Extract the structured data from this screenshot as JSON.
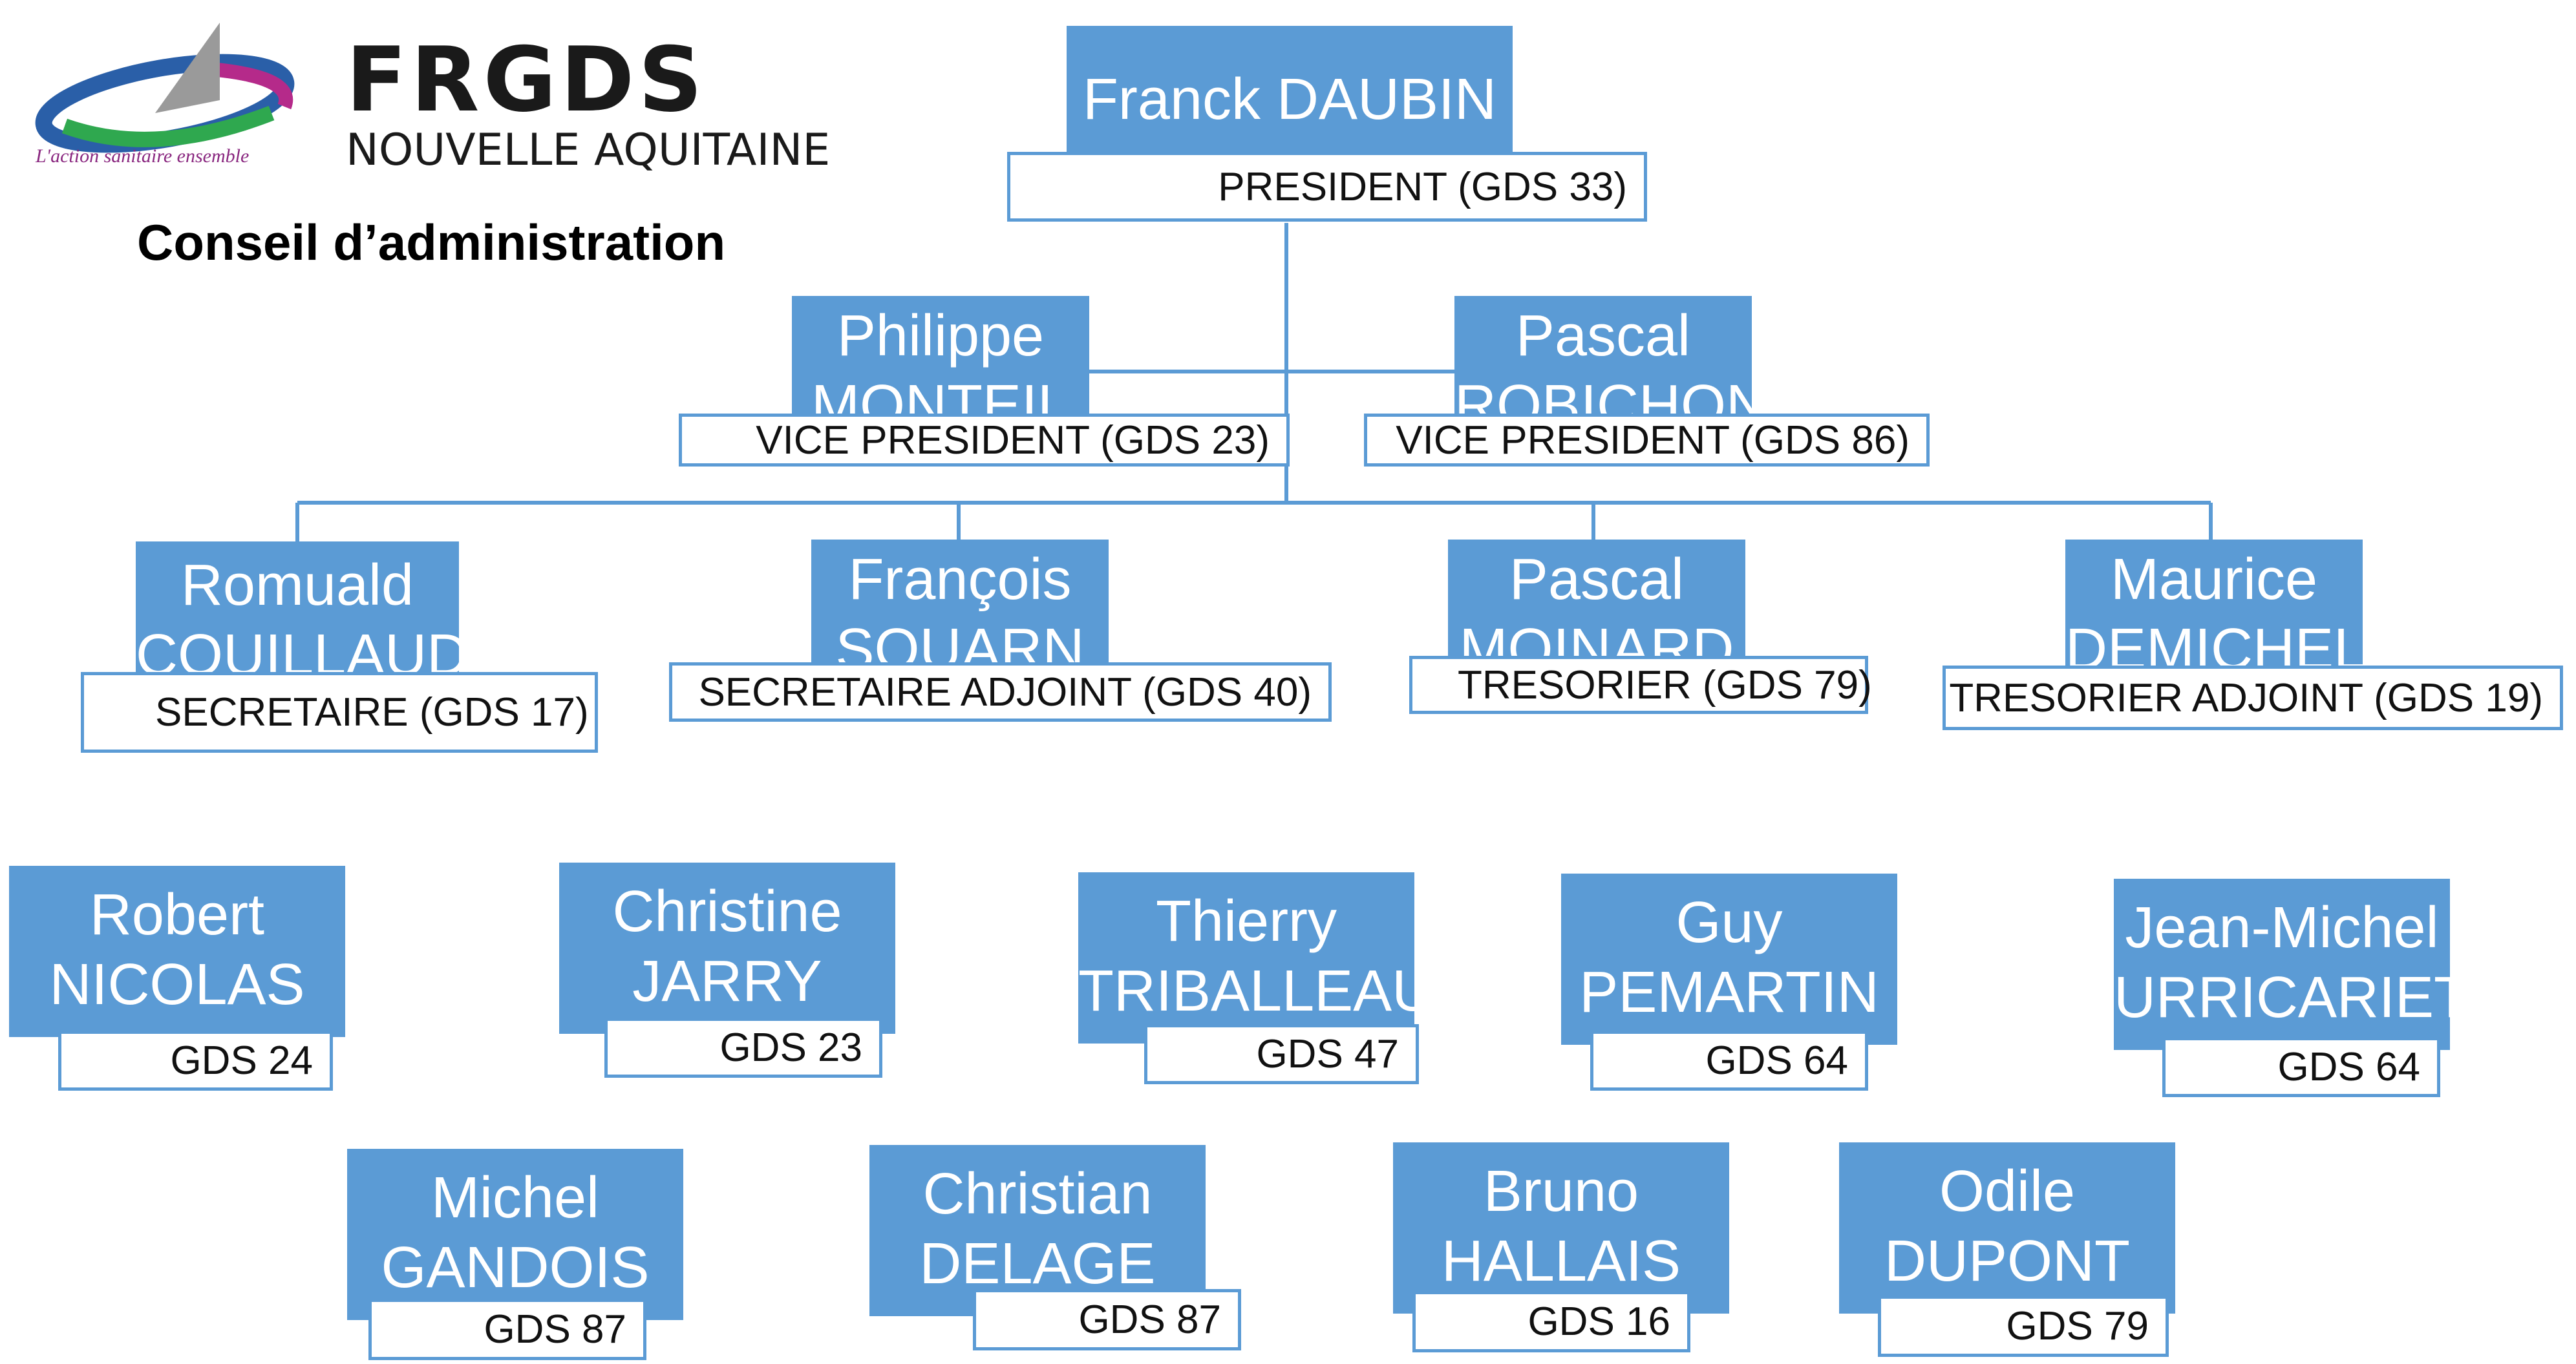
{
  "header": {
    "org_name": "FRGDS",
    "region": "NOUVELLE AQUITAINE",
    "tagline": "L'action sanitaire ensemble",
    "board_title": "Conseil d’administration"
  },
  "colors": {
    "box": "#5b9bd5",
    "text": "#ffffff",
    "line": "#5b9bd5"
  },
  "president": {
    "first": "Franck DAUBIN",
    "last": "",
    "role": "PRESIDENT (GDS 33)"
  },
  "vice_presidents": [
    {
      "first": "Philippe",
      "last": "MONTEIL",
      "role": "VICE PRESIDENT (GDS 23)"
    },
    {
      "first": "Pascal",
      "last": "ROBICHON",
      "role": "VICE PRESIDENT (GDS 86)"
    }
  ],
  "officers": [
    {
      "first": "Romuald",
      "last": "COUILLAUD",
      "role": "SECRETAIRE  (GDS 17)"
    },
    {
      "first": "François",
      "last": "SOUARN",
      "role": "SECRETAIRE ADJOINT (GDS 40)"
    },
    {
      "first": "Pascal",
      "last": "MOINARD",
      "role": "TRESORIER (GDS 79)"
    },
    {
      "first": "Maurice",
      "last": "DEMICHEL",
      "role": "TRESORIER ADJOINT (GDS 19)"
    }
  ],
  "members_row1": [
    {
      "first": "Robert",
      "last": "NICOLAS",
      "role": "GDS 24"
    },
    {
      "first": "Christine",
      "last": "JARRY",
      "role": "GDS 23"
    },
    {
      "first": "Thierry",
      "last": "TRIBALLEAU",
      "role": "GDS 47"
    },
    {
      "first": "Guy",
      "last": "PEMARTIN",
      "role": "GDS 64"
    },
    {
      "first": "Jean-Michel",
      "last": "URRICARIET",
      "role": "GDS 64"
    }
  ],
  "members_row2": [
    {
      "first": "Michel",
      "last": "GANDOIS",
      "role": "GDS 87"
    },
    {
      "first": "Christian",
      "last": "DELAGE",
      "role": "GDS 87"
    },
    {
      "first": "Bruno",
      "last": "HALLAIS",
      "role": "GDS 16"
    },
    {
      "first": "Odile",
      "last": "DUPONT",
      "role": "GDS 79"
    }
  ]
}
